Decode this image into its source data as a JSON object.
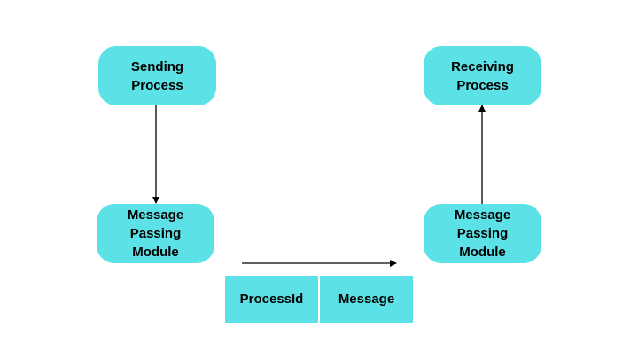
{
  "diagram": {
    "nodes": {
      "sending_process": "Sending\nProcess",
      "receiving_process": "Receiving\nProcess",
      "sender_module": "Message\nPassing\nModule",
      "receiver_module": "Message\nPassing\nModule"
    },
    "packet": {
      "process_id": "ProcessId",
      "message": "Message"
    },
    "colors": {
      "node_fill": "#5ce1e6",
      "arrow": "#000000",
      "background": "#ffffff"
    }
  }
}
